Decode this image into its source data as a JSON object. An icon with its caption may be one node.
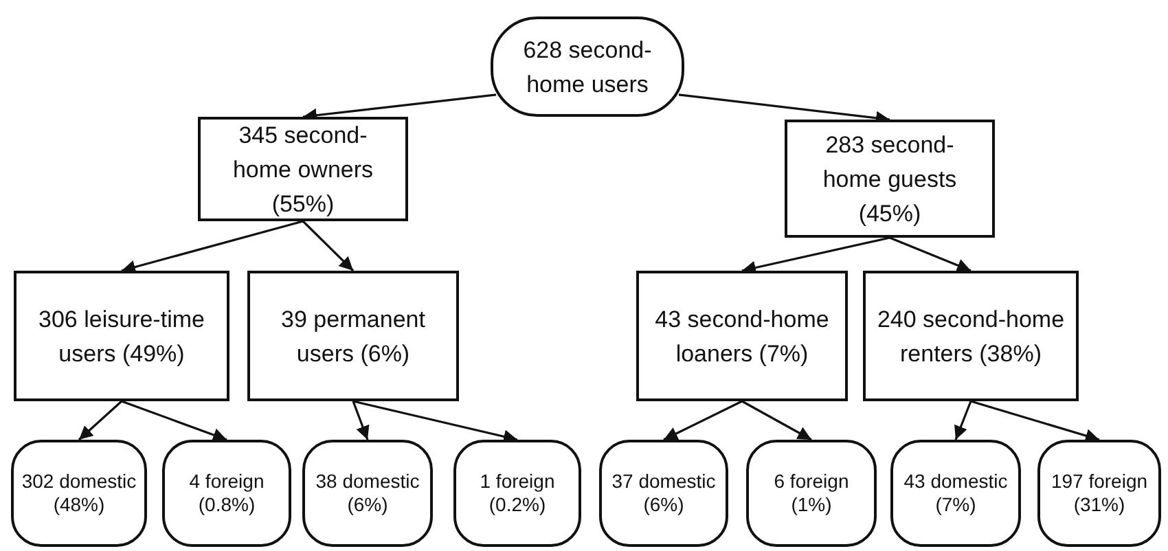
{
  "diagram": {
    "nodes": [
      {
        "text": [
          "628 second-home users"
        ]
      },
      {
        "text": [
          "345 second-home owners (55%)"
        ]
      },
      {
        "text": [
          "283 second-home guests (45%)"
        ]
      },
      {
        "text": [
          "306 leisure-time users (49%)"
        ]
      },
      {
        "text": [
          "39 permanent users (6%)"
        ]
      },
      {
        "text": [
          "43 second-home loaners (7%)"
        ]
      },
      {
        "text": [
          "240 second-home renters (38%)"
        ]
      },
      {
        "text": [
          "302 domestic (48%)"
        ]
      },
      {
        "text": [
          "4 foreign (0.8%)"
        ]
      },
      {
        "text": [
          "38 domestic (6%)"
        ]
      },
      {
        "text": [
          "1 foreign (0.2%)"
        ]
      },
      {
        "text": [
          "37 domestic (6%)"
        ]
      },
      {
        "text": [
          "6 foreign (1%)"
        ]
      },
      {
        "text": [
          "43 domestic (7%)"
        ]
      },
      {
        "text": [
          "197 foreign (31%)"
        ]
      }
    ],
    "edges": [
      {
        "from": 0,
        "to": 1,
        "arrow": "to"
      },
      {
        "from": 0,
        "to": 2,
        "arrow": "to"
      },
      {
        "from": 1,
        "to": 3,
        "arrow": "to"
      },
      {
        "from": 1,
        "to": 4,
        "arrow": "to"
      },
      {
        "from": 2,
        "to": 5,
        "arrow": "to"
      },
      {
        "from": 2,
        "to": 6,
        "arrow": "to"
      },
      {
        "from": 3,
        "to": 7,
        "arrow": "to"
      },
      {
        "from": 3,
        "to": 8,
        "arrow": "to"
      },
      {
        "from": 4,
        "to": 9,
        "arrow": "to"
      },
      {
        "from": 4,
        "to": 10,
        "arrow": "to"
      },
      {
        "from": 5,
        "to": 11,
        "arrow": "to"
      },
      {
        "from": 5,
        "to": 12,
        "arrow": "to"
      },
      {
        "from": 6,
        "to": 13,
        "arrow": "to"
      },
      {
        "from": 6,
        "to": 14,
        "arrow": "to"
      }
    ]
  }
}
